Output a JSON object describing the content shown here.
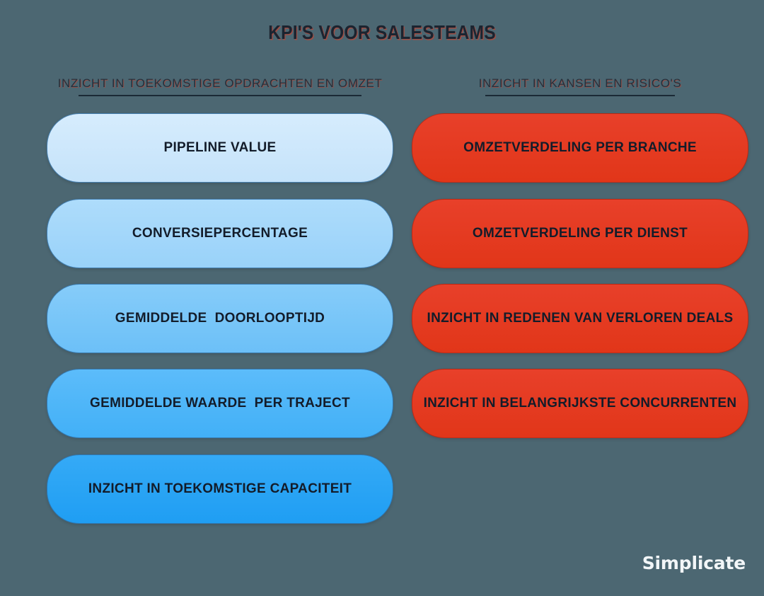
{
  "page": {
    "title": "KPI'S VOOR SALESTEAMS",
    "background_color": "#4c6772",
    "title_color": "#1b2430",
    "accent_red": "#e63a1e",
    "accent_blue": "#2da0f2"
  },
  "columns": [
    {
      "header": "INZICHT IN TOEKOMSTIGE OPDRACHTEN EN OMZET",
      "theme": "blue",
      "items": [
        {
          "label": "PIPELINE VALUE",
          "color": "#c9e4fa"
        },
        {
          "label": "CONVERSIEPERCENTAGE",
          "color": "#a3d6f9"
        },
        {
          "label": "GEMIDDELDE  DOORLOOPTIJD",
          "color": "#79c6f8"
        },
        {
          "label": "GEMIDDELDE WAARDE  PER TRAJECT",
          "color": "#4fb5f8"
        },
        {
          "label": "INZICHT IN TOEKOMSTIGE CAPACITEIT",
          "color": "#2aa4f4"
        }
      ]
    },
    {
      "header": "INZICHT IN KANSEN EN RISICO'S",
      "theme": "red",
      "items": [
        {
          "label": "OMZETVERDELING PER BRANCHE",
          "color": "#e63a1e"
        },
        {
          "label": "OMZETVERDELING PER DIENST",
          "color": "#e63a1e"
        },
        {
          "label": "INZICHT IN REDENEN VAN VERLOREN DEALS",
          "color": "#e63a1e"
        },
        {
          "label": "INZICHT IN BELANGRIJKSTE CONCURRENTEN",
          "color": "#e63a1e"
        }
      ]
    }
  ],
  "footer": {
    "logo": "Simplicate"
  }
}
